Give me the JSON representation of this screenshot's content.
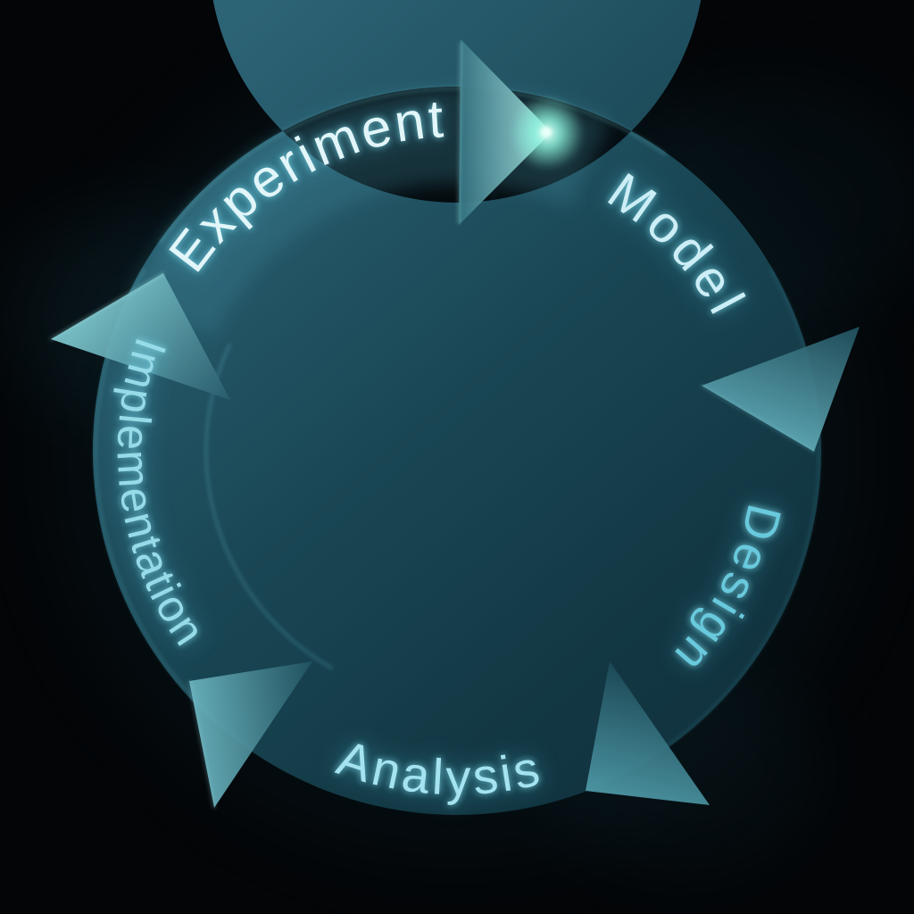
{
  "diagram": {
    "type": "cycle",
    "flow_direction": "clockwise",
    "stages": [
      {
        "label": "Experiment",
        "color": "#e2f6fa"
      },
      {
        "label": "Model",
        "color": "#cdeef6"
      },
      {
        "label": "Design",
        "color": "#69c9dd"
      },
      {
        "label": "Analysis",
        "color": "#a5e3f0"
      },
      {
        "label": "Implementation",
        "color": "#97dbe9"
      }
    ],
    "colors": {
      "background": "#030507",
      "ring": "#1b4a59",
      "ring_highlight": "#3e8396",
      "arrow": "#4e93a3",
      "arrow_edge": "#9fe0e2",
      "arrow_tip_glow": "#9ff5e4",
      "spokes": "#13314a"
    }
  }
}
